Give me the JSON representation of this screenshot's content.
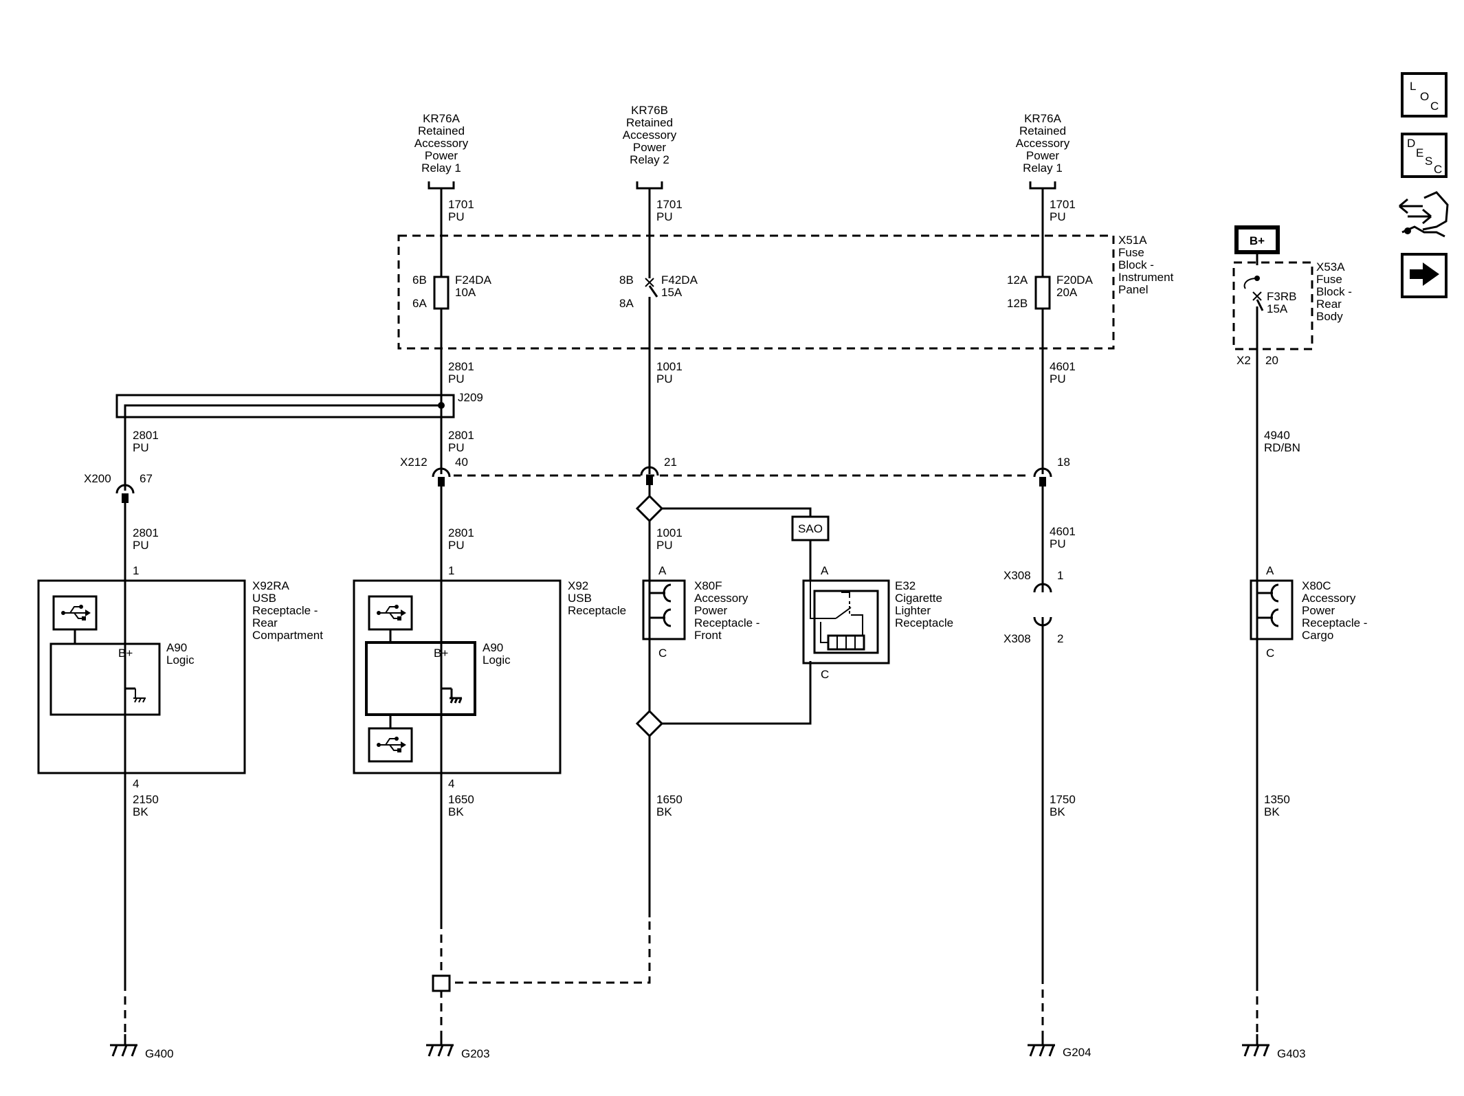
{
  "relays": {
    "left": [
      "KR76A",
      "Retained",
      "Accessory",
      "Power",
      "Relay 1"
    ],
    "middle": [
      "KR76B",
      "Retained",
      "Accessory",
      "Power",
      "Relay 2"
    ],
    "right": [
      "KR76A",
      "Retained",
      "Accessory",
      "Power",
      "Relay 1"
    ]
  },
  "fuse_block_ip": {
    "name": [
      "X51A",
      "Fuse",
      "Block -",
      "Instrument",
      "Panel"
    ],
    "fuses": [
      {
        "top_pin": "6B",
        "bottom_pin": "6A",
        "name": "F24DA",
        "rating": "10A"
      },
      {
        "top_pin": "8B",
        "bottom_pin": "8A",
        "name": "F42DA",
        "rating": "15A"
      },
      {
        "top_pin": "12A",
        "bottom_pin": "12B",
        "name": "F20DA",
        "rating": "20A"
      }
    ]
  },
  "fuse_block_rear": {
    "name": [
      "X53A",
      "Fuse",
      "Block -",
      "Rear",
      "Body"
    ],
    "power": "B+",
    "fuse": {
      "name": "F3RB",
      "rating": "15A"
    },
    "connector": "X2",
    "pin": "20"
  },
  "wires": {
    "w1701_left": [
      "1701",
      "PU"
    ],
    "w1701_mid": [
      "1701",
      "PU"
    ],
    "w1701_right": [
      "1701",
      "PU"
    ],
    "w2801_a": [
      "2801",
      "PU"
    ],
    "w1001_a": [
      "1001",
      "PU"
    ],
    "w4601_a": [
      "4601",
      "PU"
    ],
    "w2801_b": [
      "2801",
      "PU"
    ],
    "w2801_c": [
      "2801",
      "PU"
    ],
    "w4940": [
      "4940",
      "RD/BN"
    ],
    "w2801_d": [
      "2801",
      "PU"
    ],
    "w2801_e": [
      "2801",
      "PU"
    ],
    "w1001_b": [
      "1001",
      "PU"
    ],
    "w4601_b": [
      "4601",
      "PU"
    ],
    "w2150": [
      "2150",
      "BK"
    ],
    "w1650_a": [
      "1650",
      "BK"
    ],
    "w1650_b": [
      "1650",
      "BK"
    ],
    "w1750": [
      "1750",
      "BK"
    ],
    "w1350": [
      "1350",
      "BK"
    ]
  },
  "splice": "J209",
  "connectors": {
    "x200": {
      "name": "X200",
      "pin": "67"
    },
    "x212": {
      "name": "X212",
      "pin": "40"
    },
    "x212_pin21": "21",
    "x212_pin18": "18",
    "x308_top": {
      "name": "X308",
      "pin": "1"
    },
    "x308_bottom": {
      "name": "X308",
      "pin": "2"
    }
  },
  "components": {
    "x92ra": {
      "name": [
        "X92RA",
        "USB",
        "Receptacle -",
        "Rear",
        "Compartment"
      ],
      "pin_top": "1",
      "pin_bottom": "4",
      "logic": [
        "A90",
        "Logic"
      ],
      "bplus": "B+"
    },
    "x92": {
      "name": [
        "X92",
        "USB",
        "Receptacle"
      ],
      "pin_top": "1",
      "pin_bottom": "4",
      "logic": [
        "A90",
        "Logic"
      ],
      "bplus": "B+"
    },
    "x80f": {
      "name": [
        "X80F",
        "Accessory",
        "Power",
        "Receptacle -",
        "Front"
      ],
      "pin_top": "A",
      "pin_bottom": "C"
    },
    "e32": {
      "name": [
        "E32",
        "Cigarette",
        "Lighter",
        "Receptacle"
      ],
      "pin_top": "A",
      "pin_bottom": "C",
      "option": "SAO"
    },
    "x80c": {
      "name": [
        "X80C",
        "Accessory",
        "Power",
        "Receptacle -",
        "Cargo"
      ],
      "pin_top": "A",
      "pin_bottom": "C"
    }
  },
  "grounds": [
    "G400",
    "G203",
    "G204",
    "G403"
  ],
  "nav_buttons": {
    "loc": [
      "L",
      "O",
      "C"
    ],
    "desc": [
      "D",
      "E",
      "S",
      "C"
    ]
  }
}
